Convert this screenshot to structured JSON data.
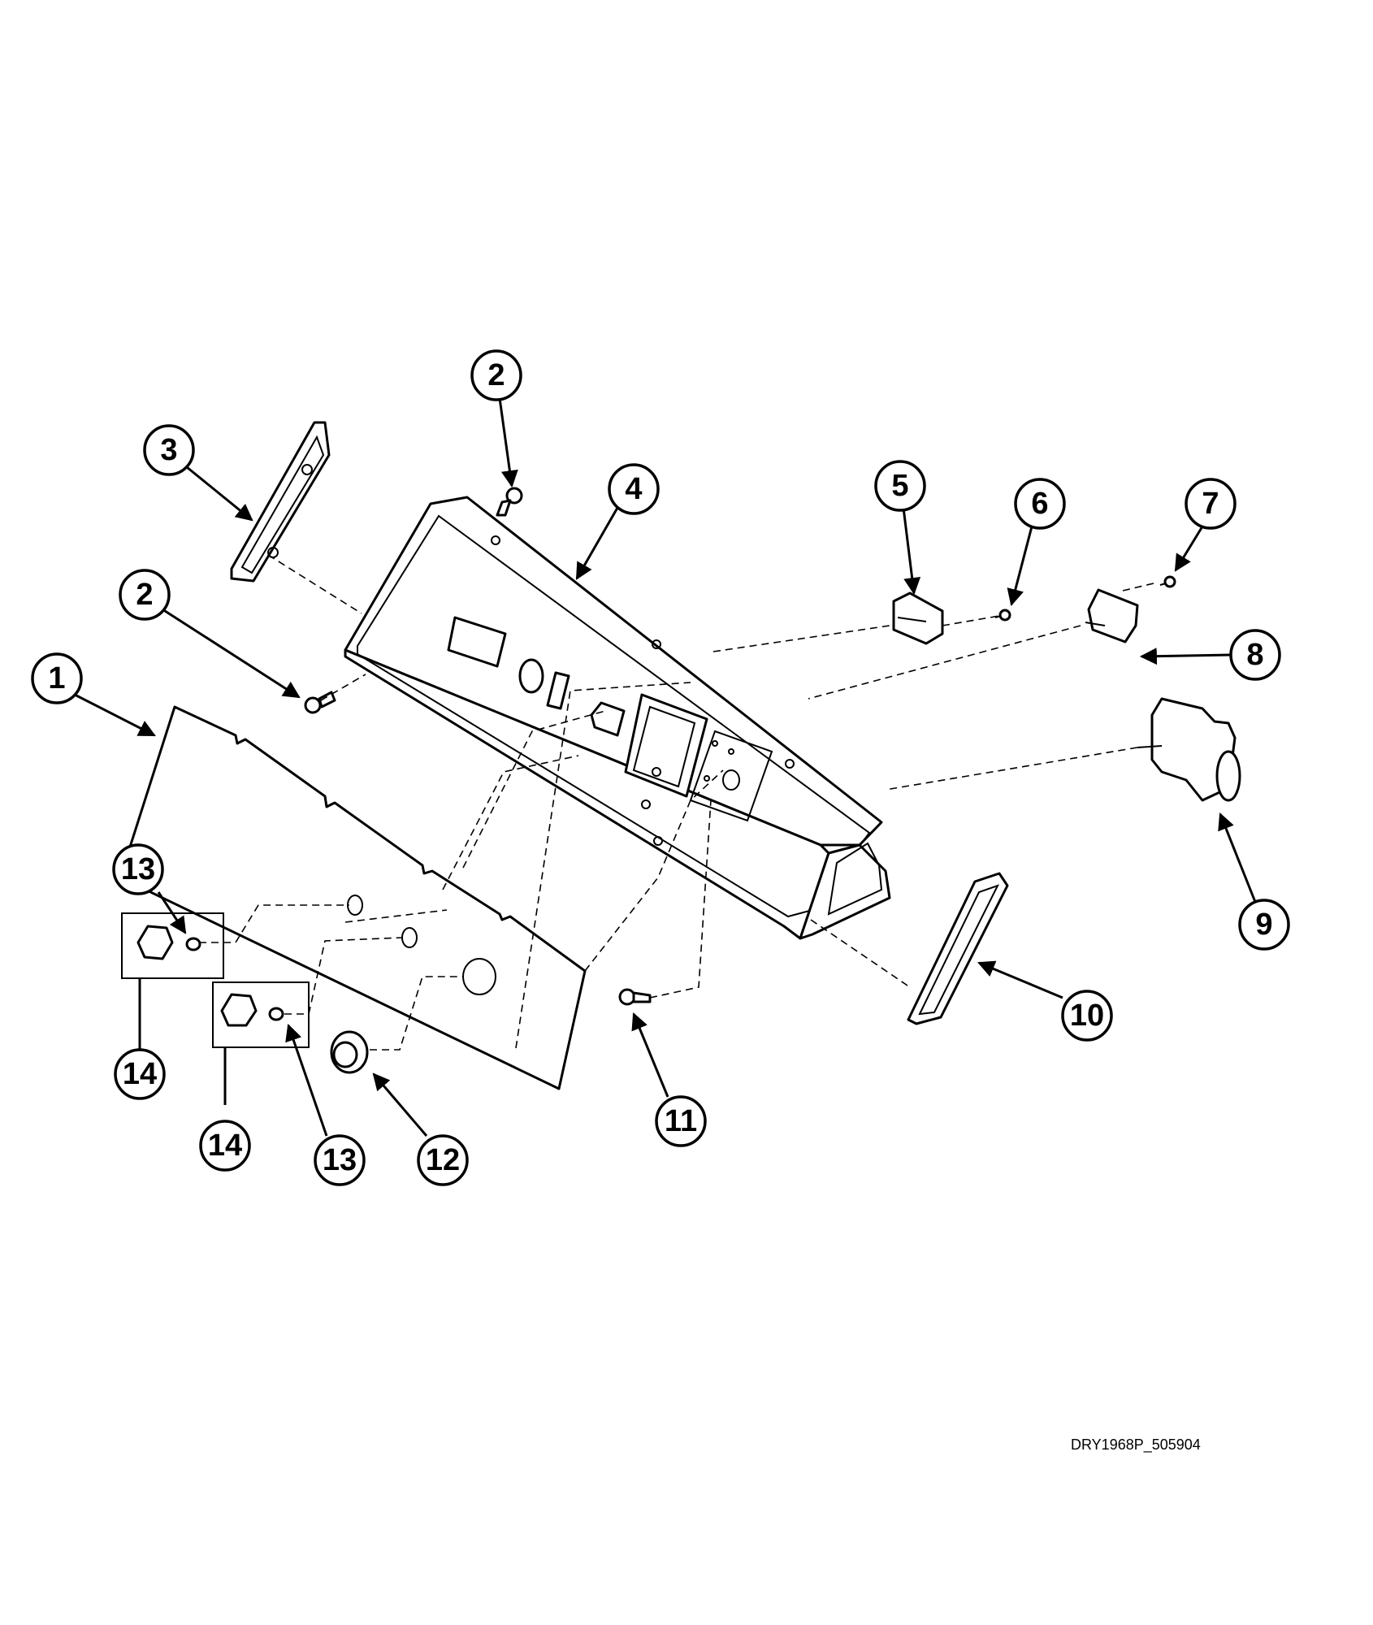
{
  "drawing_code": "DRY1968P_505904",
  "callouts": [
    {
      "id": "c1",
      "label": "1"
    },
    {
      "id": "c2a",
      "label": "2"
    },
    {
      "id": "c2b",
      "label": "2"
    },
    {
      "id": "c3",
      "label": "3"
    },
    {
      "id": "c4",
      "label": "4"
    },
    {
      "id": "c5",
      "label": "5"
    },
    {
      "id": "c6",
      "label": "6"
    },
    {
      "id": "c7",
      "label": "7"
    },
    {
      "id": "c8",
      "label": "8"
    },
    {
      "id": "c9",
      "label": "9"
    },
    {
      "id": "c10",
      "label": "10"
    },
    {
      "id": "c11",
      "label": "11"
    },
    {
      "id": "c12",
      "label": "12"
    },
    {
      "id": "c13a",
      "label": "13"
    },
    {
      "id": "c13b",
      "label": "13"
    },
    {
      "id": "c14a",
      "label": "14"
    },
    {
      "id": "c14b",
      "label": "14"
    }
  ]
}
